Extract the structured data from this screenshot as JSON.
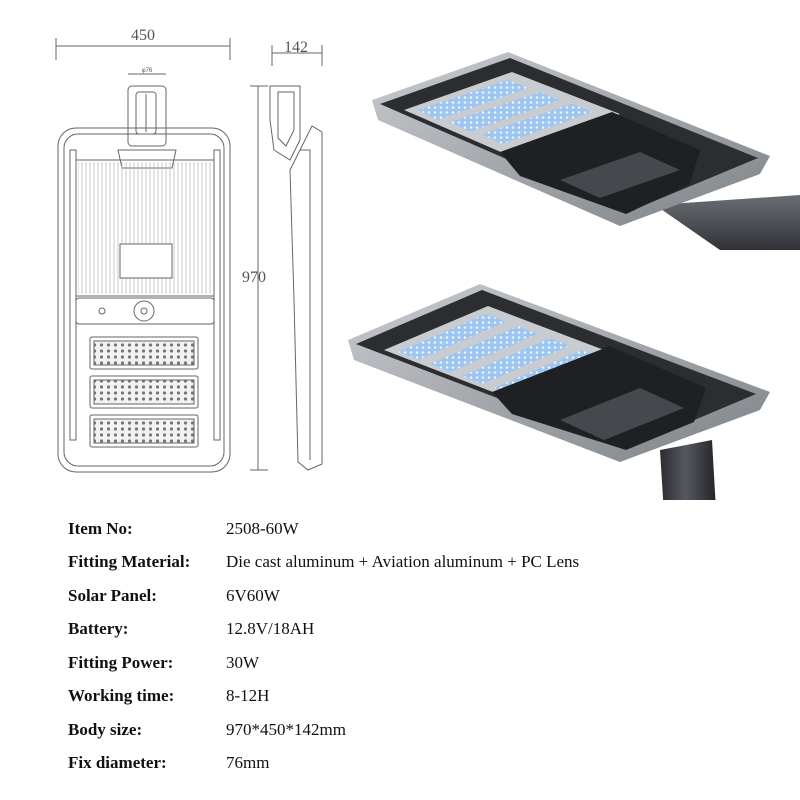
{
  "dimensions": {
    "width": "450",
    "depth": "142",
    "height": "970",
    "fix_diameter_mark": "φ76"
  },
  "specs": [
    {
      "label": "Item No:",
      "value": "2508-60W"
    },
    {
      "label": "Fitting Material:",
      "value": "Die cast aluminum + Aviation aluminum + PC Lens"
    },
    {
      "label": "Solar Panel:",
      "value": "6V60W"
    },
    {
      "label": "Battery:",
      "value": "12.8V/18AH"
    },
    {
      "label": "Fitting Power:",
      "value": "30W"
    },
    {
      "label": "Working time:",
      "value": "8-12H"
    },
    {
      "label": "Body size:",
      "value": "970*450*142mm"
    },
    {
      "label": "Fix diameter:",
      "value": "76mm"
    }
  ],
  "colors": {
    "line": "#666666",
    "housing": "#2b2d30",
    "housing_edge": "#9ea3a8",
    "led": "#7fb2e8",
    "pole": "#3a3c40"
  }
}
